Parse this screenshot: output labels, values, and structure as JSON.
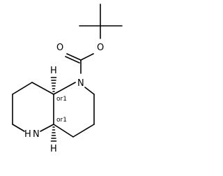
{
  "molecule": {
    "atoms": {
      "ester_oxygen": "O",
      "carbonyl_oxygen": "O",
      "tertiary_amine": "N",
      "secondary_amine": "N",
      "amine_hydrogen": "H",
      "stereo_hydrogen_top": "H",
      "stereo_hydrogen_bottom": "H"
    },
    "stereo_labels": {
      "top": "or1",
      "bottom": "or1"
    }
  }
}
